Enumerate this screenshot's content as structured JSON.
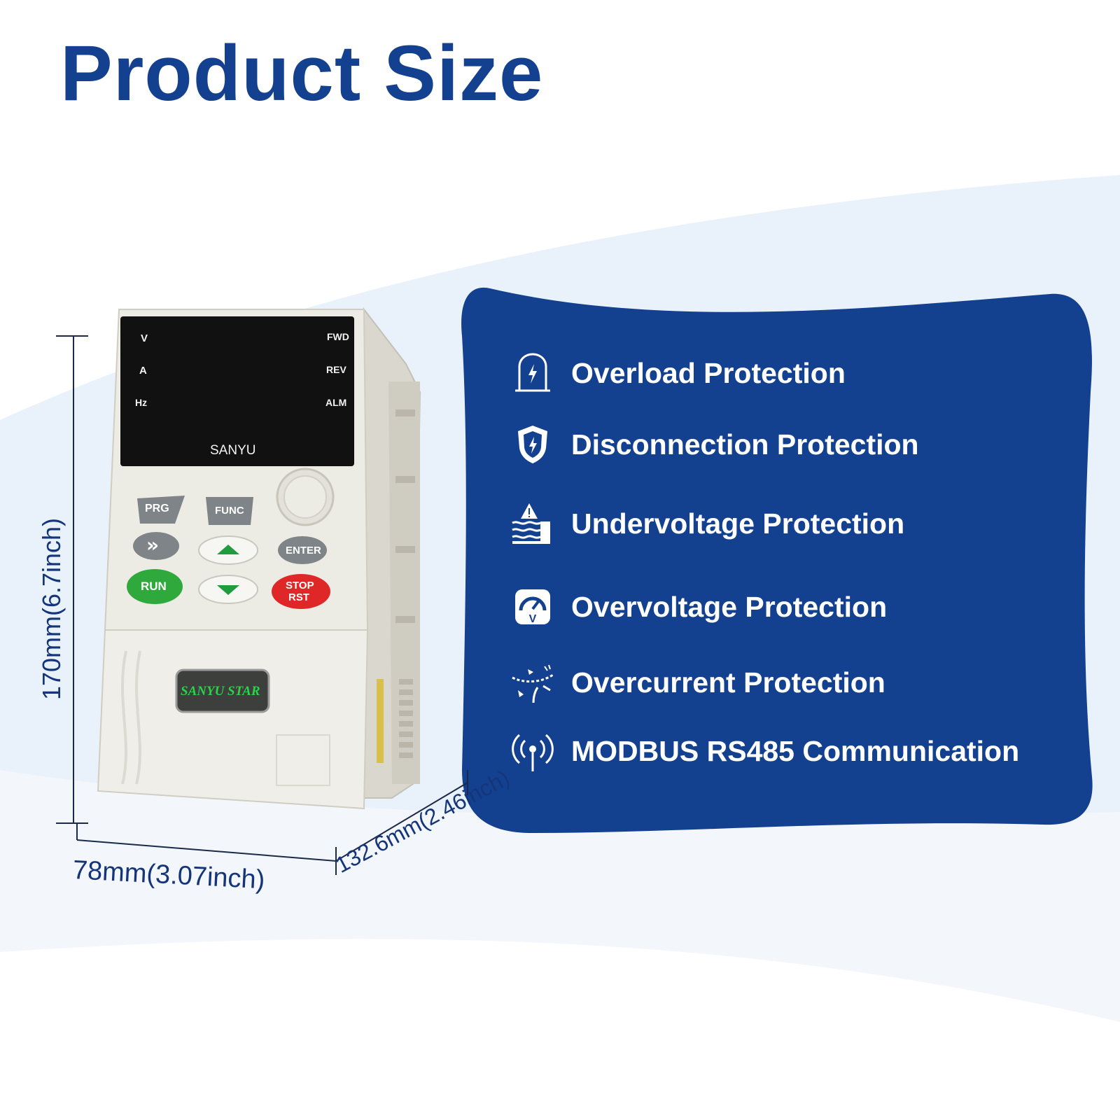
{
  "title": "Product Size",
  "device": {
    "display_labels_left": [
      "V",
      "A",
      "Hz"
    ],
    "display_labels_right": [
      "FWD",
      "REV",
      "ALM"
    ],
    "display_brand": "SANYU",
    "buttons": {
      "prg": "PRG",
      "func": "FUNC",
      "shift": "»",
      "enter": "ENTER",
      "run": "RUN",
      "stop_line1": "STOP",
      "stop_line2": "RST"
    },
    "badge": "SANYU STAR"
  },
  "dimensions": {
    "height": "170mm(6.7inch)",
    "width": "78mm(3.07inch)",
    "depth": "132.6mm(2.46inch)"
  },
  "features": [
    {
      "label": "Overload Protection",
      "icon": "overload-icon"
    },
    {
      "label": "Disconnection Protection",
      "icon": "shield-bolt-icon"
    },
    {
      "label": "Undervoltage Protection",
      "icon": "warning-waves-icon"
    },
    {
      "label": "Overvoltage Protection",
      "icon": "voltage-gauge-icon"
    },
    {
      "label": "Overcurrent Protection",
      "icon": "current-burst-icon"
    },
    {
      "label": "MODBUS RS485 Communication",
      "icon": "antenna-signal-icon"
    }
  ],
  "colors": {
    "title": "#14418f",
    "panel": "#14418f",
    "background_wave": "#e8f0fa",
    "dimension_text": "#15357a"
  }
}
